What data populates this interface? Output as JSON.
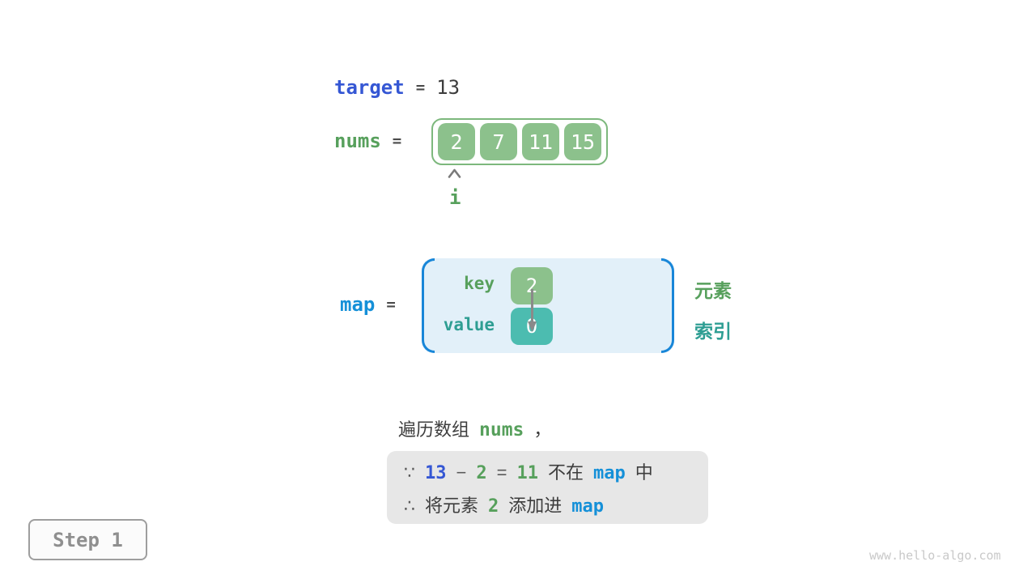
{
  "colors": {
    "royal_blue": "#3557D4",
    "bright_blue": "#1590D8",
    "green_text": "#57A05C",
    "green_fill": "#8CC18C",
    "teal_text": "#2E9E93",
    "teal_fill": "#4CBCB0",
    "map_background": "#E2F0F9",
    "bracket_blue": "#1886D8",
    "conclusion_background": "#E7E7E7"
  },
  "target": {
    "label": "target",
    "eq": "=",
    "value": "13"
  },
  "nums": {
    "label": "nums",
    "eq": "=",
    "values": [
      "2",
      "7",
      "11",
      "15"
    ],
    "pointer_label": "i"
  },
  "map": {
    "label": "map",
    "eq": "=",
    "key_label": "key",
    "value_label": "value",
    "entry": {
      "key": "2",
      "value": "0"
    },
    "side_labels": {
      "element": "元素",
      "index": "索引"
    }
  },
  "caption": {
    "prefix": "遍历数组",
    "code": "nums",
    "comma": "，"
  },
  "conclusion": {
    "line1": {
      "because": "∵",
      "target": "13",
      "minus": "−",
      "elem": "2",
      "eq": "=",
      "diff": "11",
      "not_in": "不在",
      "map": "map",
      "suffix": "中"
    },
    "line2": {
      "therefore": "∴",
      "prefix": "将元素",
      "elem": "2",
      "middle": "添加进",
      "map": "map"
    }
  },
  "step_badge": "Step 1",
  "watermark": "www.hello-algo.com"
}
